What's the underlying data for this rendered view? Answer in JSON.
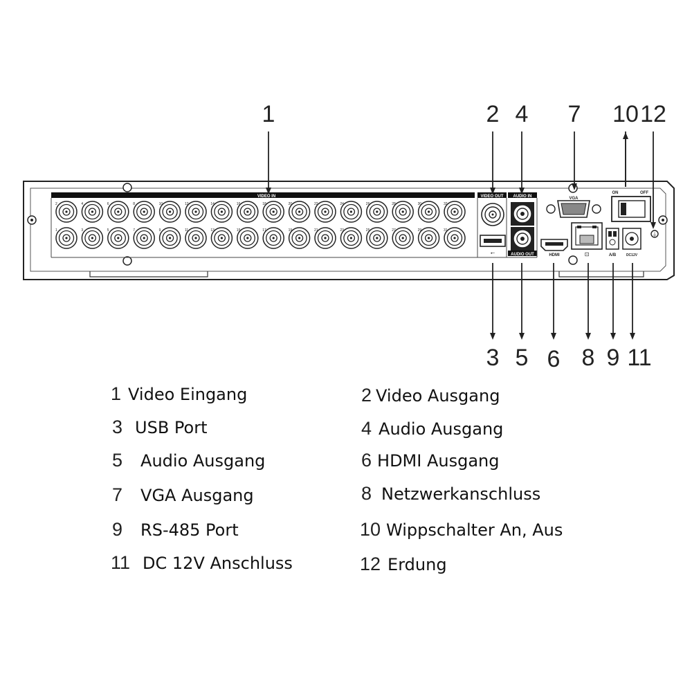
{
  "panel": {
    "video_in_label": "VIDEO IN",
    "video_out_label": "VIDEO OUT",
    "audio_in_label": "AUDIO IN",
    "audio_out_label": "AUDIO OUT",
    "vga_label": "VGA",
    "on_label": "ON",
    "off_label": "OFF",
    "ab_label": "A/B",
    "dc_label": "DC12V",
    "hdmi_label": "HDMI",
    "top_row_numbers": [
      "2",
      "4",
      "6",
      "8",
      "10",
      "12",
      "14",
      "16",
      "18",
      "20",
      "22",
      "24",
      "26",
      "28",
      "30",
      "32"
    ],
    "bottom_row_numbers": [
      "1",
      "3",
      "5",
      "7",
      "9",
      "11",
      "13",
      "15",
      "17",
      "19",
      "21",
      "23",
      "25",
      "27",
      "29",
      "31"
    ]
  },
  "callouts": {
    "top": [
      {
        "num": "1"
      },
      {
        "num": "2"
      },
      {
        "num": "4"
      },
      {
        "num": "7"
      },
      {
        "num": "10"
      },
      {
        "num": "12"
      }
    ],
    "bottom": [
      {
        "num": "3"
      },
      {
        "num": "5"
      },
      {
        "num": "6"
      },
      {
        "num": "8"
      },
      {
        "num": "9"
      },
      {
        "num": "11"
      }
    ]
  },
  "legend": [
    {
      "num": "1",
      "label": "Video Eingang"
    },
    {
      "num": "2",
      "label": "Video Ausgang"
    },
    {
      "num": "3",
      "label": "USB Port"
    },
    {
      "num": "4",
      "label": "Audio Ausgang"
    },
    {
      "num": "5",
      "label": "Audio Ausgang"
    },
    {
      "num": "6",
      "label": "HDMI Ausgang"
    },
    {
      "num": "7",
      "label": "VGA Ausgang"
    },
    {
      "num": "8",
      "label": "Netzwerkanschluss"
    },
    {
      "num": "9",
      "label": "RS-485 Port"
    },
    {
      "num": "10",
      "label": "Wippschalter An, Aus"
    },
    {
      "num": "11",
      "label": "DC 12V Anschluss"
    },
    {
      "num": "12",
      "label": "Erdung"
    }
  ]
}
